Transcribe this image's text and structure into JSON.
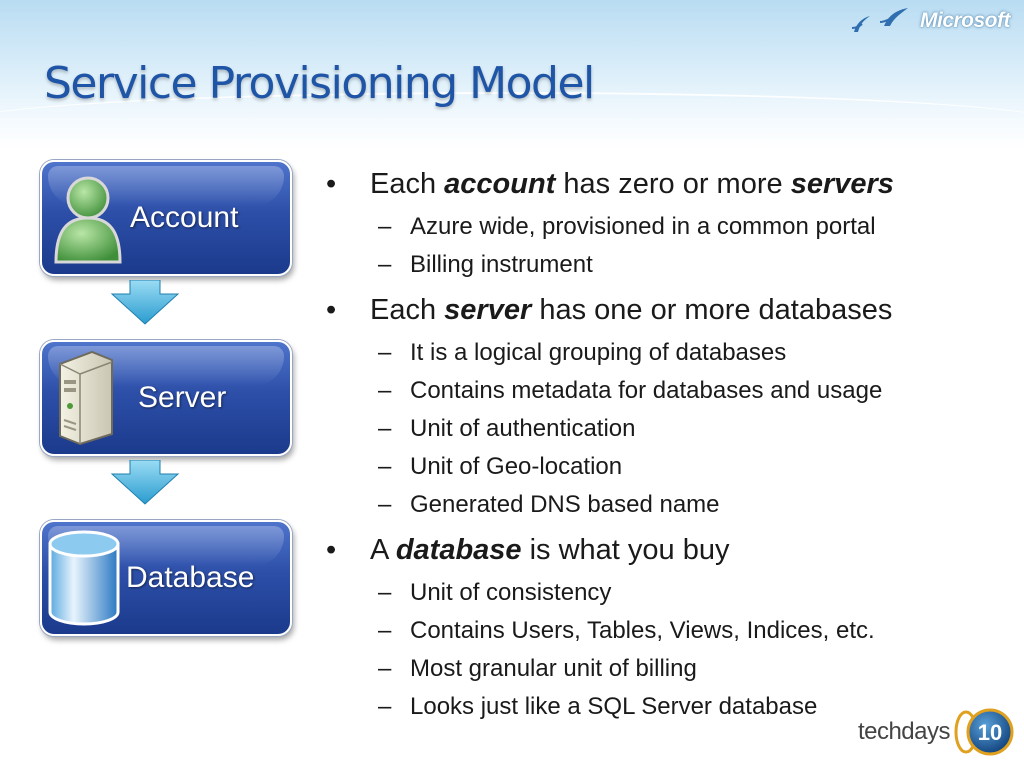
{
  "slide": {
    "title": "Service Provisioning Model",
    "brand_logo": "Microsoft",
    "footer_logo_text": "techdays",
    "footer_badge": "10"
  },
  "diagram": {
    "boxes": [
      {
        "label": "Account",
        "icon": "user-icon"
      },
      {
        "label": "Server",
        "icon": "server-icon"
      },
      {
        "label": "Database",
        "icon": "database-icon"
      }
    ],
    "colors": {
      "box": "#2d4fa8",
      "arrow": "#3aaad8",
      "title": "#1f55a6"
    }
  },
  "bullets": {
    "b1": {
      "pre": "Each ",
      "em": "account",
      "mid": " has zero or more ",
      "em2": "servers",
      "post": ""
    },
    "b1_subs": [
      "Azure wide, provisioned in a common portal",
      "Billing instrument"
    ],
    "b2": {
      "pre": "Each ",
      "em": "server",
      "post": " has one or more databases"
    },
    "b2_subs": [
      "It is a logical grouping of databases",
      "Contains metadata for databases and usage",
      "Unit of authentication",
      "Unit of Geo-location",
      "Generated DNS based name"
    ],
    "b3": {
      "pre": "A ",
      "em": "database",
      "post": " is what you buy"
    },
    "b3_subs": [
      "Unit of consistency",
      "Contains Users, Tables, Views, Indices, etc.",
      "Most granular unit of billing",
      "Looks just like a SQL Server database"
    ],
    "bullet_glyph": "•",
    "dash_glyph": "–"
  }
}
